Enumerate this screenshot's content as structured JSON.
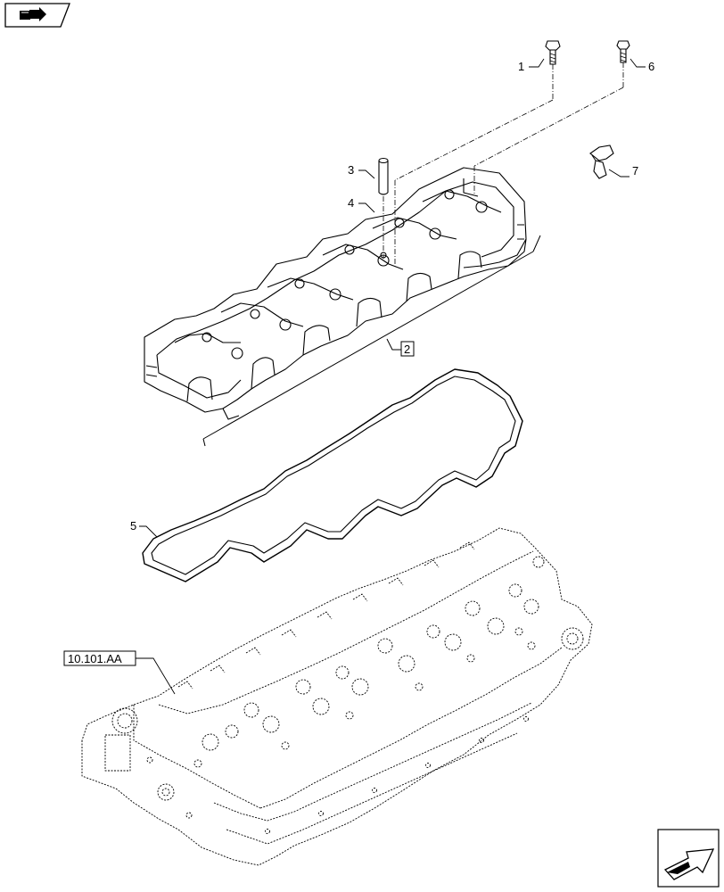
{
  "diagram": {
    "callouts": [
      {
        "id": "1",
        "text": "1"
      },
      {
        "id": "2",
        "text": "2"
      },
      {
        "id": "3",
        "text": "3"
      },
      {
        "id": "4",
        "text": "4"
      },
      {
        "id": "5",
        "text": "5"
      },
      {
        "id": "6",
        "text": "6"
      },
      {
        "id": "7",
        "text": "7"
      }
    ],
    "reference": "10.101.AA"
  },
  "nav": {
    "top_icon": "book-arrow-icon",
    "bottom_icon": "next-page-arrow-icon"
  }
}
